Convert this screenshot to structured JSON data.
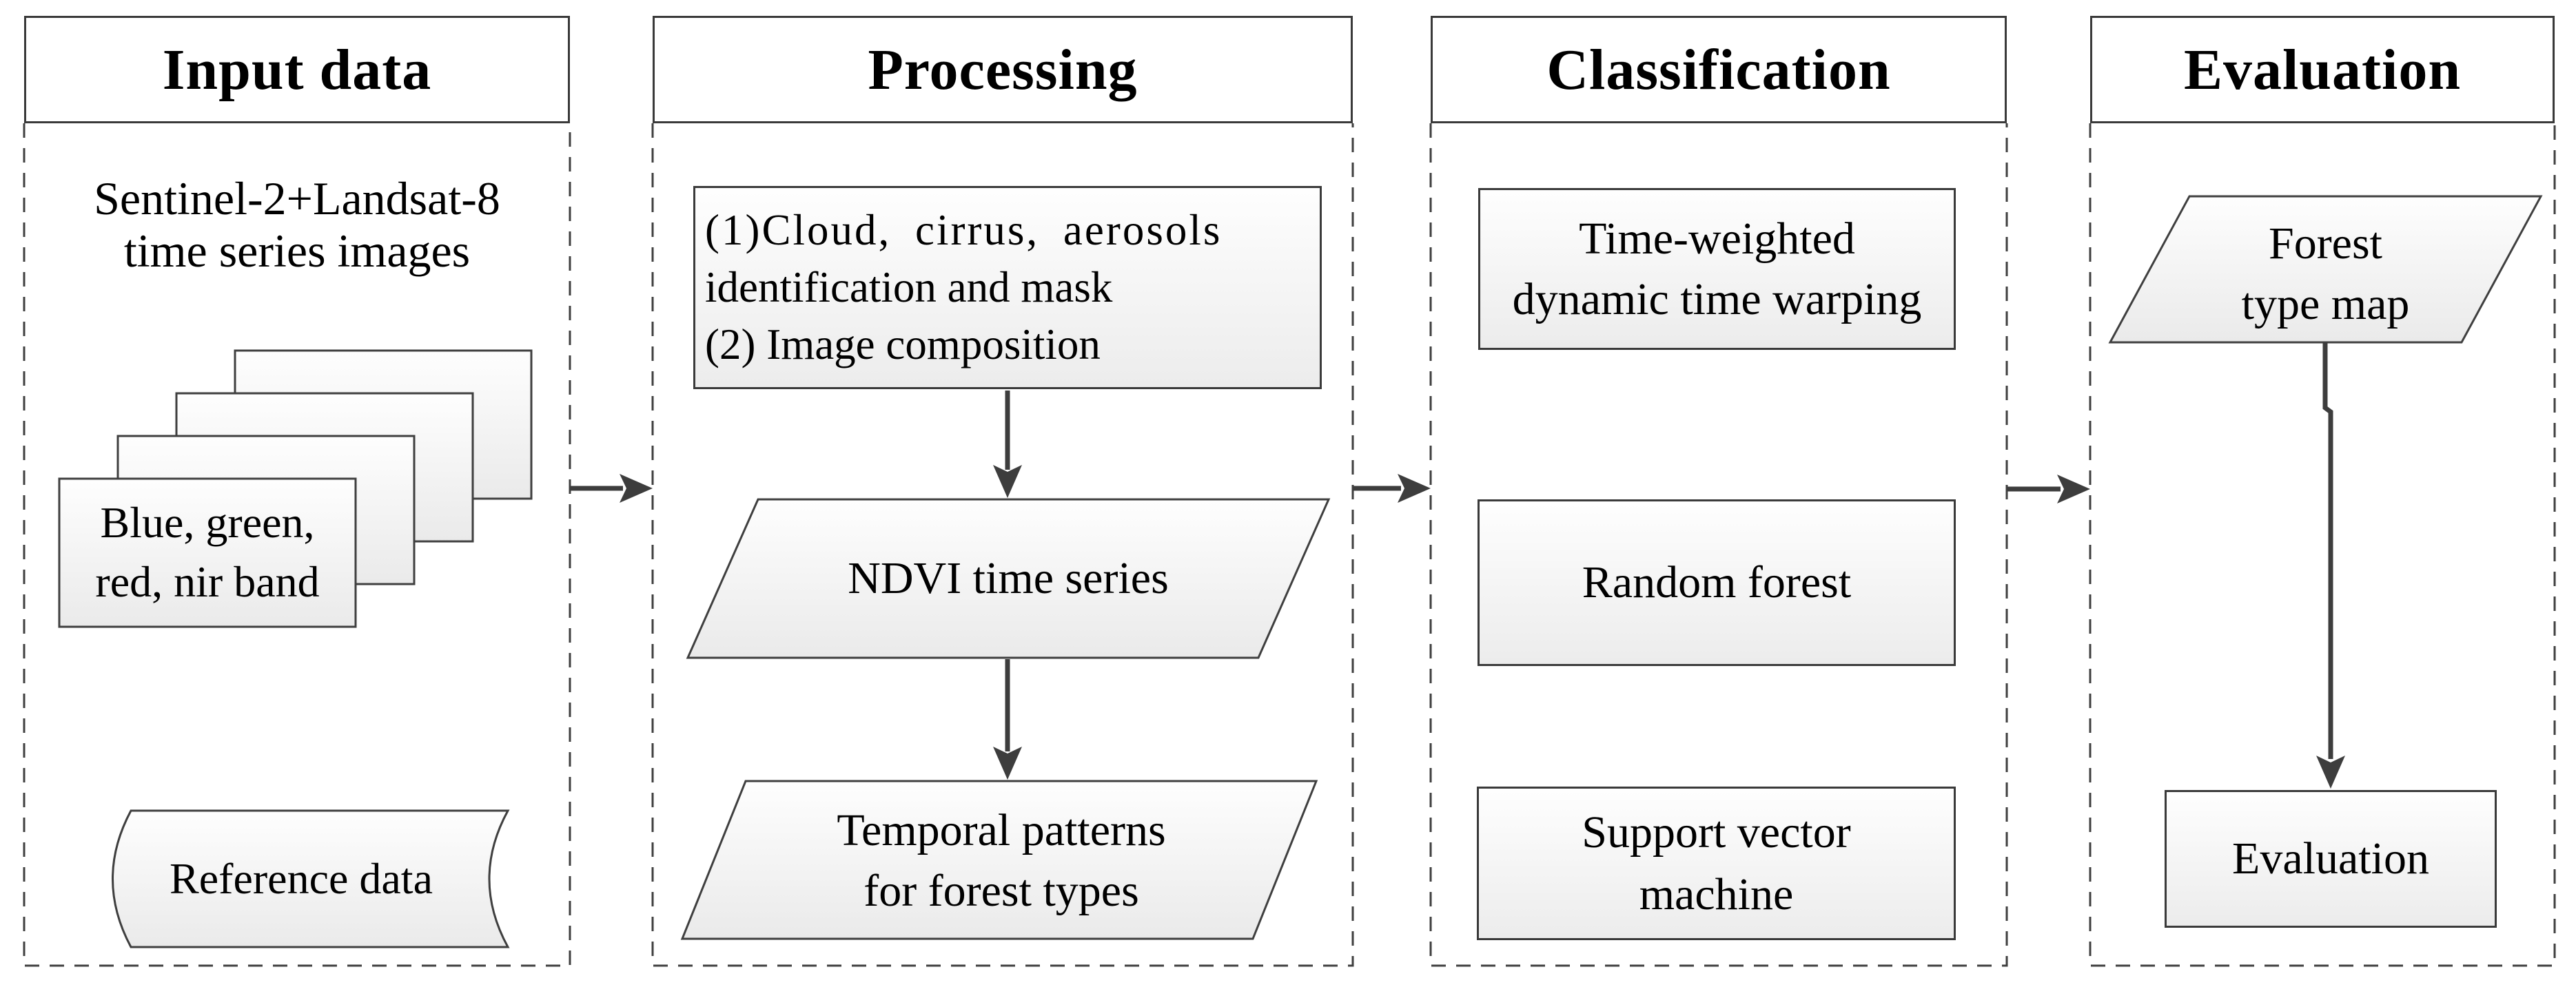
{
  "columns": [
    {
      "title": "Input data"
    },
    {
      "title": "Processing"
    },
    {
      "title": "Classification"
    },
    {
      "title": "Evaluation"
    }
  ],
  "input": {
    "sentinel_line1": "Sentinel-2+Landsat-8",
    "sentinel_line2": "time series images",
    "band_line1": "Blue, green,",
    "band_line2": "red, nir band",
    "reference_label": "Reference data"
  },
  "processing": {
    "steps_line1": "(1)Cloud, cirrus, aerosols",
    "steps_line2": "identification and mask",
    "steps_line3": "(2) Image composition",
    "ndvi_label": "NDVI time series",
    "temporal_line1": "Temporal patterns",
    "temporal_line2": "for forest types"
  },
  "classification": {
    "twdtw_line1": "Time-weighted",
    "twdtw_line2": "dynamic time warping",
    "rf_label": "Random forest",
    "svm_line1": "Support vector",
    "svm_line2": "machine"
  },
  "evaluation": {
    "map_line1": "Forest",
    "map_line2": "type map",
    "eval_label": "Evaluation"
  },
  "colors": {
    "border": "#3a3a3a",
    "arrow": "#3d3d3d",
    "fill_top": "#fefefe",
    "fill_bottom": "#ececec",
    "background": "#ffffff"
  }
}
